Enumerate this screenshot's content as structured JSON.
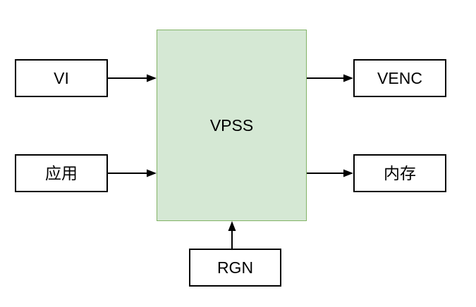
{
  "diagram": {
    "background": "#ffffff",
    "nodes": {
      "vi": {
        "label": "VI"
      },
      "app": {
        "label": "应用"
      },
      "vpss": {
        "label": "VPSS"
      },
      "venc": {
        "label": "VENC"
      },
      "memory": {
        "label": "内存"
      },
      "rgn": {
        "label": "RGN"
      }
    },
    "edges": [
      {
        "from": "VI",
        "to": "VPSS",
        "direction": "right"
      },
      {
        "from": "应用",
        "to": "VPSS",
        "direction": "right"
      },
      {
        "from": "VPSS",
        "to": "VENC",
        "direction": "right"
      },
      {
        "from": "VPSS",
        "to": "内存",
        "direction": "right"
      },
      {
        "from": "RGN",
        "to": "VPSS",
        "direction": "up"
      }
    ],
    "colors": {
      "background": "#ffffff",
      "vpss_fill": "#d5e8d4",
      "vpss_border": "#82b366",
      "node_fill": "#ffffff",
      "node_border": "#000000",
      "arrow": "#000000",
      "text": "#000000"
    }
  }
}
